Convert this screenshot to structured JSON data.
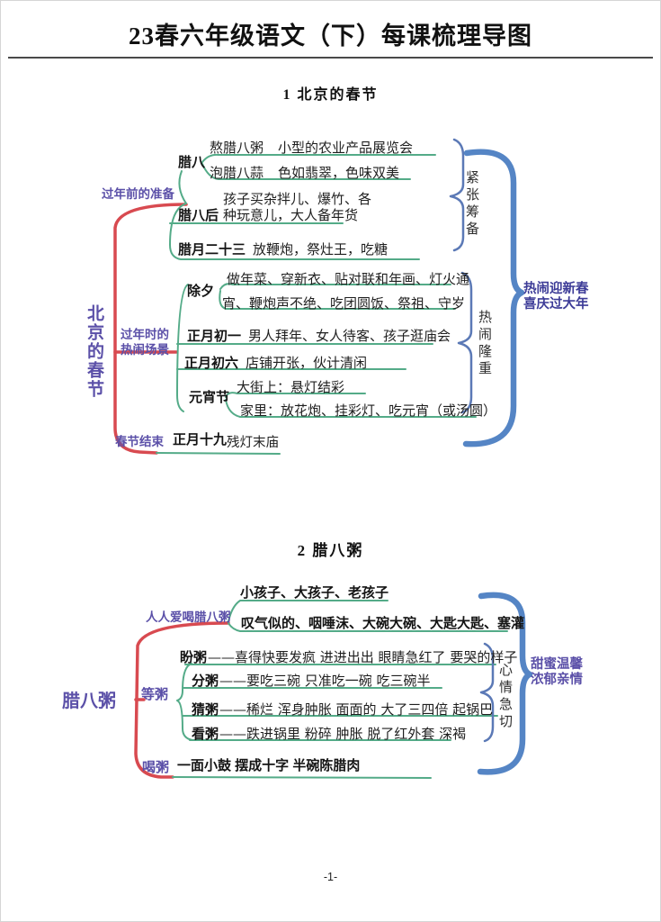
{
  "page": {
    "title": "23春六年级语文（下）每课梳理导图",
    "footer": "-1-"
  },
  "map1": {
    "section_title": "1  北京的春节",
    "root": "北京的春节",
    "prep": {
      "label": "过年前的准备",
      "summary": "紧张筹备",
      "laba": {
        "label": "腊八",
        "rows": [
          {
            "head": "熬腊八粥",
            "text": "小型的农业产品展览会"
          },
          {
            "head": "泡腊八蒜",
            "text": "色如翡翠，色味双美"
          }
        ]
      },
      "after_laba": {
        "label": "腊八后",
        "line1": "孩子买杂拌儿、爆竹、各",
        "line2": "种玩意儿，大人备年货"
      },
      "layue23": {
        "label": "腊月二十三",
        "text": "放鞭炮，祭灶王，吃糖"
      }
    },
    "festive": {
      "label_line1": "过年时的",
      "label_line2": "热闹场景",
      "summary": "热闹隆重",
      "chuxi": {
        "label": "除夕",
        "line1": "做年菜、穿新衣、贴对联和年画、灯火通",
        "line2": "宵、鞭炮声不绝、吃团圆饭、祭祖、守岁"
      },
      "chuyi": {
        "label": "正月初一",
        "text": "男人拜年、女人待客、孩子逛庙会"
      },
      "chuliu": {
        "label": "正月初六",
        "text": "店铺开张，伙计清闲"
      },
      "yuanxiao": {
        "label": "元宵节",
        "line1": "大街上：悬灯结彩",
        "line2": "家里：放花炮、挂彩灯、吃元宵（或汤圆）"
      }
    },
    "end": {
      "label": "春节结束",
      "head": "正月十九",
      "text": "残灯末庙"
    },
    "overall": {
      "line1": "热闹迎新春",
      "line2": "喜庆过大年"
    }
  },
  "map2": {
    "section_title": "2  腊八粥",
    "root": "腊八粥",
    "love": {
      "label": "人人爱喝腊八粥",
      "row1": "小孩子、大孩子、老孩子",
      "row2": "叹气似的、咽唾沫、大碗大碗、大匙大匙、塞灌"
    },
    "wait": {
      "label": "等粥",
      "summary": "心情急切",
      "rows": [
        {
          "label": "盼粥",
          "text": "——喜得快要发疯 进进出出 眼睛急红了 要哭的样子"
        },
        {
          "label": "分粥",
          "text": "——要吃三碗 只准吃一碗 吃三碗半"
        },
        {
          "label": "猜粥",
          "text": "——稀烂 浑身肿胀 面面的 大了三四倍 起锅巴"
        },
        {
          "label": "看粥",
          "text": "——跌进锅里 粉碎 肿胀 脱了红外套 深褐"
        }
      ]
    },
    "drink": {
      "label": "喝粥",
      "text": "一面小鼓 摆成十字 半碗陈腊肉"
    },
    "overall": {
      "line1": "甜蜜温馨",
      "line2": "浓郁亲情"
    }
  }
}
